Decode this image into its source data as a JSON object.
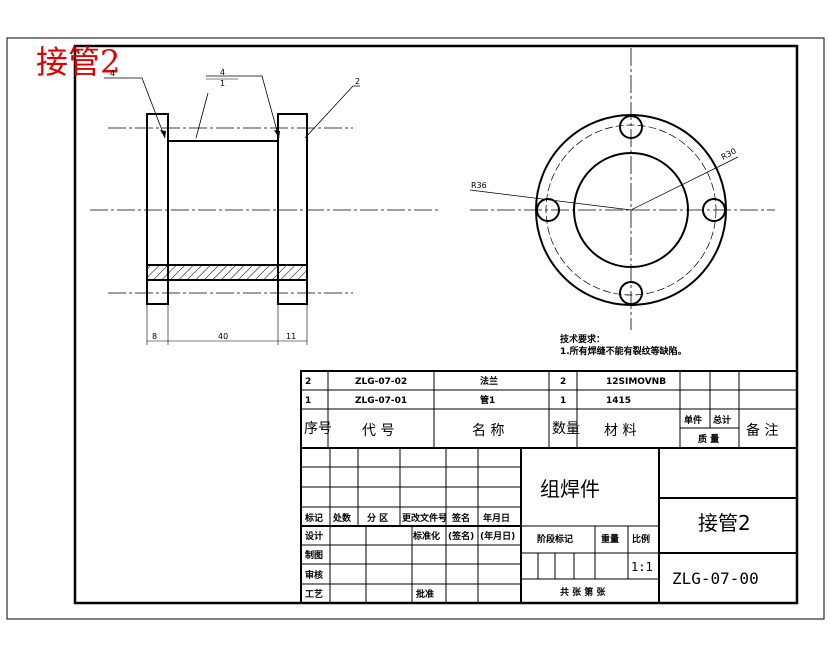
{
  "stamp": {
    "title": "接管2"
  },
  "front_view": {
    "leaders": [
      {
        "number": "4",
        "callout": "4"
      },
      {
        "number": "4",
        "callout": "1"
      },
      {
        "number": "2"
      }
    ],
    "dimensions": [
      "8",
      "40",
      "11"
    ]
  },
  "side_view": {
    "radius_labels": [
      "R36",
      "R30"
    ]
  },
  "notes": {
    "heading": "技术要求：",
    "line1": "1.所有焊缝不能有裂纹等缺陷。"
  },
  "bom": {
    "rows": [
      {
        "seq": "2",
        "code": "ZLG-07-02",
        "name": "法兰",
        "qty": "2",
        "material": "12SIMOVNB"
      },
      {
        "seq": "1",
        "code": "ZLG-07-01",
        "name": "管1",
        "qty": "1",
        "material": "1415"
      }
    ],
    "header": {
      "seq": "序号",
      "code": "代 号",
      "name": "名 称",
      "qty": "数量",
      "material": "材 料",
      "unit_weight": "单件",
      "total_weight": "总计",
      "weight": "质 量",
      "remark": "备 注"
    }
  },
  "title_block": {
    "assembly_type": "组焊件",
    "part_name": "接管2",
    "drawing_number": "ZLG-07-00",
    "scale_label": "比例",
    "scale_value": "1:1",
    "stage_mark": "阶段标记",
    "weight": "重量",
    "sheets": "共 张   第 张",
    "revision_row": [
      "标记",
      "处数",
      "分 区",
      "更改文件号",
      "签名",
      "年月日"
    ],
    "design": "设计",
    "standardize": "标准化",
    "sign": "(签名)",
    "date": "(年月日)",
    "draw": "制图",
    "review": "审核",
    "craft": "工艺",
    "approve": "批准"
  }
}
